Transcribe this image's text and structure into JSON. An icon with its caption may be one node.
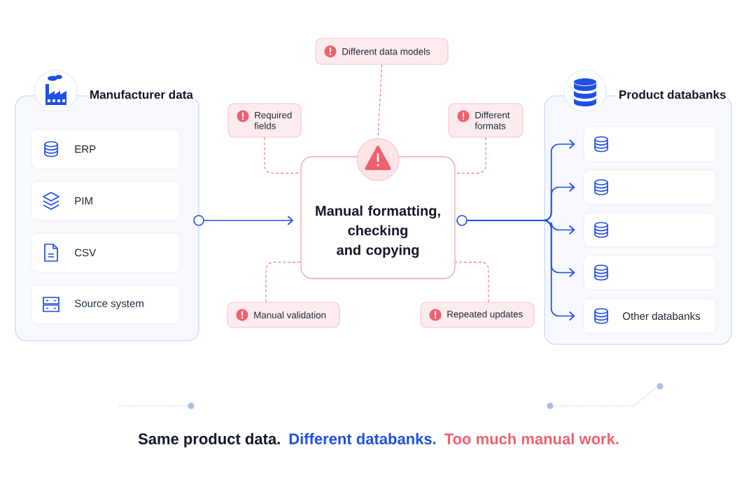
{
  "diagram": {
    "nodes": [
      {
        "text": [
          "Manufacturer data"
        ]
      },
      {
        "text": [
          "ERP"
        ],
        "in": 0
      },
      {
        "text": [
          "PIM"
        ],
        "in": 0
      },
      {
        "text": [
          "CSV"
        ],
        "in": 0
      },
      {
        "text": [
          "Source system"
        ],
        "in": 0
      },
      {
        "text": [
          "Different data models"
        ]
      },
      {
        "text": [
          "Required fields"
        ]
      },
      {
        "text": [
          "Different formats"
        ]
      },
      {
        "text": [
          "Manual formatting, checking and copying"
        ]
      },
      {
        "text": [
          "Manual validation"
        ]
      },
      {
        "text": [
          "Repeated updates"
        ]
      },
      {
        "text": [
          "Product databanks"
        ]
      },
      {
        "text": [],
        "shape": "box",
        "in": 11
      },
      {
        "text": [],
        "shape": "box",
        "in": 11
      },
      {
        "text": [],
        "shape": "box",
        "in": 11
      },
      {
        "text": [],
        "shape": "box",
        "in": 11
      },
      {
        "text": [
          "Other databanks"
        ],
        "in": 11
      }
    ],
    "edges": [
      {
        "from": 0,
        "to": 8,
        "arrow": "to"
      },
      {
        "from": 8,
        "to": 12,
        "arrow": "to"
      },
      {
        "from": 8,
        "to": 13,
        "arrow": "to"
      },
      {
        "from": 8,
        "to": 14,
        "arrow": "to"
      },
      {
        "from": 8,
        "to": 15,
        "arrow": "to"
      },
      {
        "from": 8,
        "to": 16,
        "arrow": "to"
      },
      {
        "from": 5,
        "to": 8,
        "arrow": "none",
        "style": "dashed",
        "color": "#f07c88"
      },
      {
        "from": 6,
        "to": 8,
        "arrow": "none",
        "style": "dashed",
        "color": "#f07c88"
      },
      {
        "from": 7,
        "to": 8,
        "arrow": "none",
        "style": "dashed",
        "color": "#f07c88"
      },
      {
        "from": 9,
        "to": 8,
        "arrow": "none",
        "style": "dashed",
        "color": "#f07c88"
      },
      {
        "from": 10,
        "to": 8,
        "arrow": "none",
        "style": "dashed",
        "color": "#f07c88"
      }
    ],
    "labels": [
      "Same product data.",
      "Different databanks.",
      "Too much manual work."
    ]
  }
}
